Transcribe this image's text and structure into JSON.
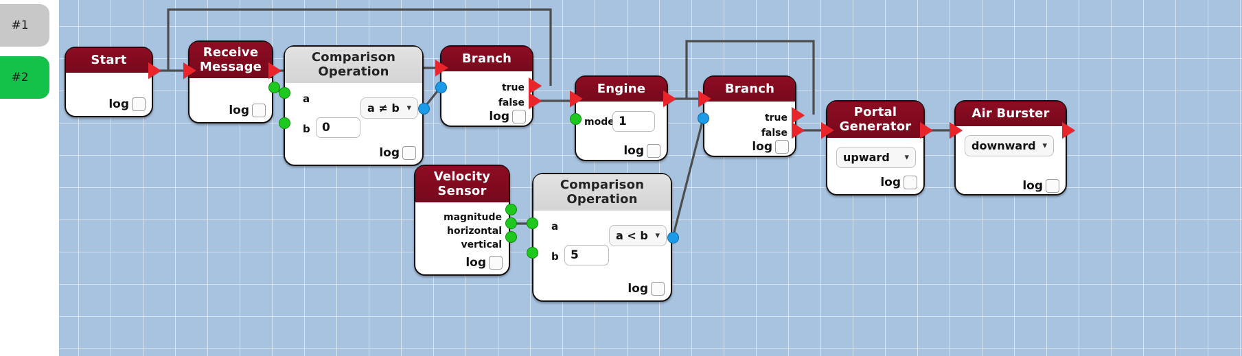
{
  "tabs": [
    {
      "label": "#1",
      "active": false,
      "color": "#c8c8c8"
    },
    {
      "label": "#2",
      "active": true,
      "color": "#14c24a"
    }
  ],
  "common": {
    "log_label": "log",
    "true_label": "true",
    "false_label": "false",
    "a_label": "a",
    "b_label": "b"
  },
  "nodes": {
    "start": {
      "title": "Start",
      "log": "log"
    },
    "receive_message": {
      "title": "Receive\nMessage",
      "title_line1": "Receive",
      "title_line2": "Message",
      "log": "log"
    },
    "comparison_1": {
      "title_line1": "Comparison",
      "title_line2": "Operation",
      "a_label": "a",
      "b_label": "b",
      "b_value": "0",
      "operator": "a ≠ b",
      "log": "log"
    },
    "branch_1": {
      "title": "Branch",
      "true_label": "true",
      "false_label": "false",
      "log": "log"
    },
    "engine": {
      "title": "Engine",
      "mode_label": "mode",
      "mode_value": "1",
      "log": "log"
    },
    "branch_2": {
      "title": "Branch",
      "true_label": "true",
      "false_label": "false",
      "log": "log"
    },
    "portal_generator": {
      "title_line1": "Portal",
      "title_line2": "Generator",
      "direction": "upward",
      "log": "log"
    },
    "air_burster": {
      "title": "Air Burster",
      "direction": "downward",
      "log": "log"
    },
    "velocity_sensor": {
      "title_line1": "Velocity",
      "title_line2": "Sensor",
      "outputs": [
        "magnitude",
        "horizontal",
        "vertical"
      ],
      "log": "log"
    },
    "comparison_2": {
      "title_line1": "Comparison",
      "title_line2": "Operation",
      "a_label": "a",
      "b_label": "b",
      "b_value": "5",
      "operator": "a < b",
      "log": "log"
    }
  },
  "colors": {
    "header": "#8a0b22",
    "canvas": "#a8c3e0",
    "grid_line": "#ffffff",
    "arrow": "#e8252b",
    "data_dot_green": "#1ec81e",
    "data_dot_blue": "#1b9ae8",
    "wire": "#4d4d4d",
    "active_tab": "#14c24a",
    "inactive_tab": "#c8c8c8"
  }
}
